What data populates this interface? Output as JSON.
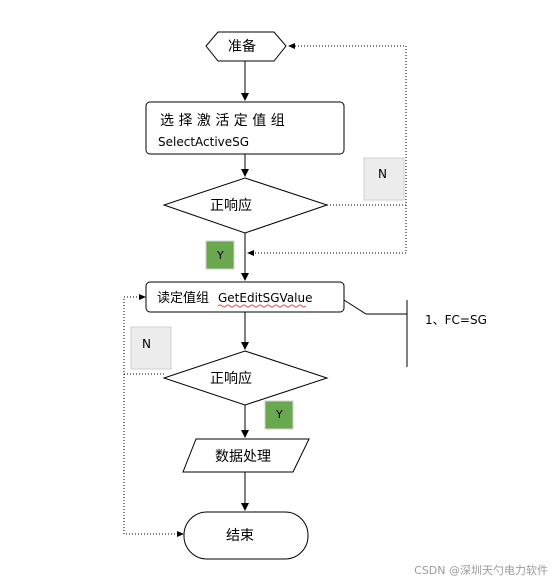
{
  "nodes": {
    "start": "准备",
    "select_line1": "选 择 激 活 定 值 组",
    "select_line2": "SelectActiveSG",
    "decision1": "正响应",
    "read_prefix": "读定值组",
    "read_func": "GetEditSGValue",
    "decision2": "正响应",
    "process": "数据处理",
    "end": "结束"
  },
  "flags": {
    "n1": "N",
    "y1": "Y",
    "n2": "N",
    "y2": "Y"
  },
  "annotation": "1、FC=SG",
  "watermark": "CSDN @深圳天勺电力软件",
  "colors": {
    "yes_flag": "#6aa84f",
    "no_flag": "#ececec",
    "stroke": "#000000",
    "squiggle": "#e05050"
  }
}
